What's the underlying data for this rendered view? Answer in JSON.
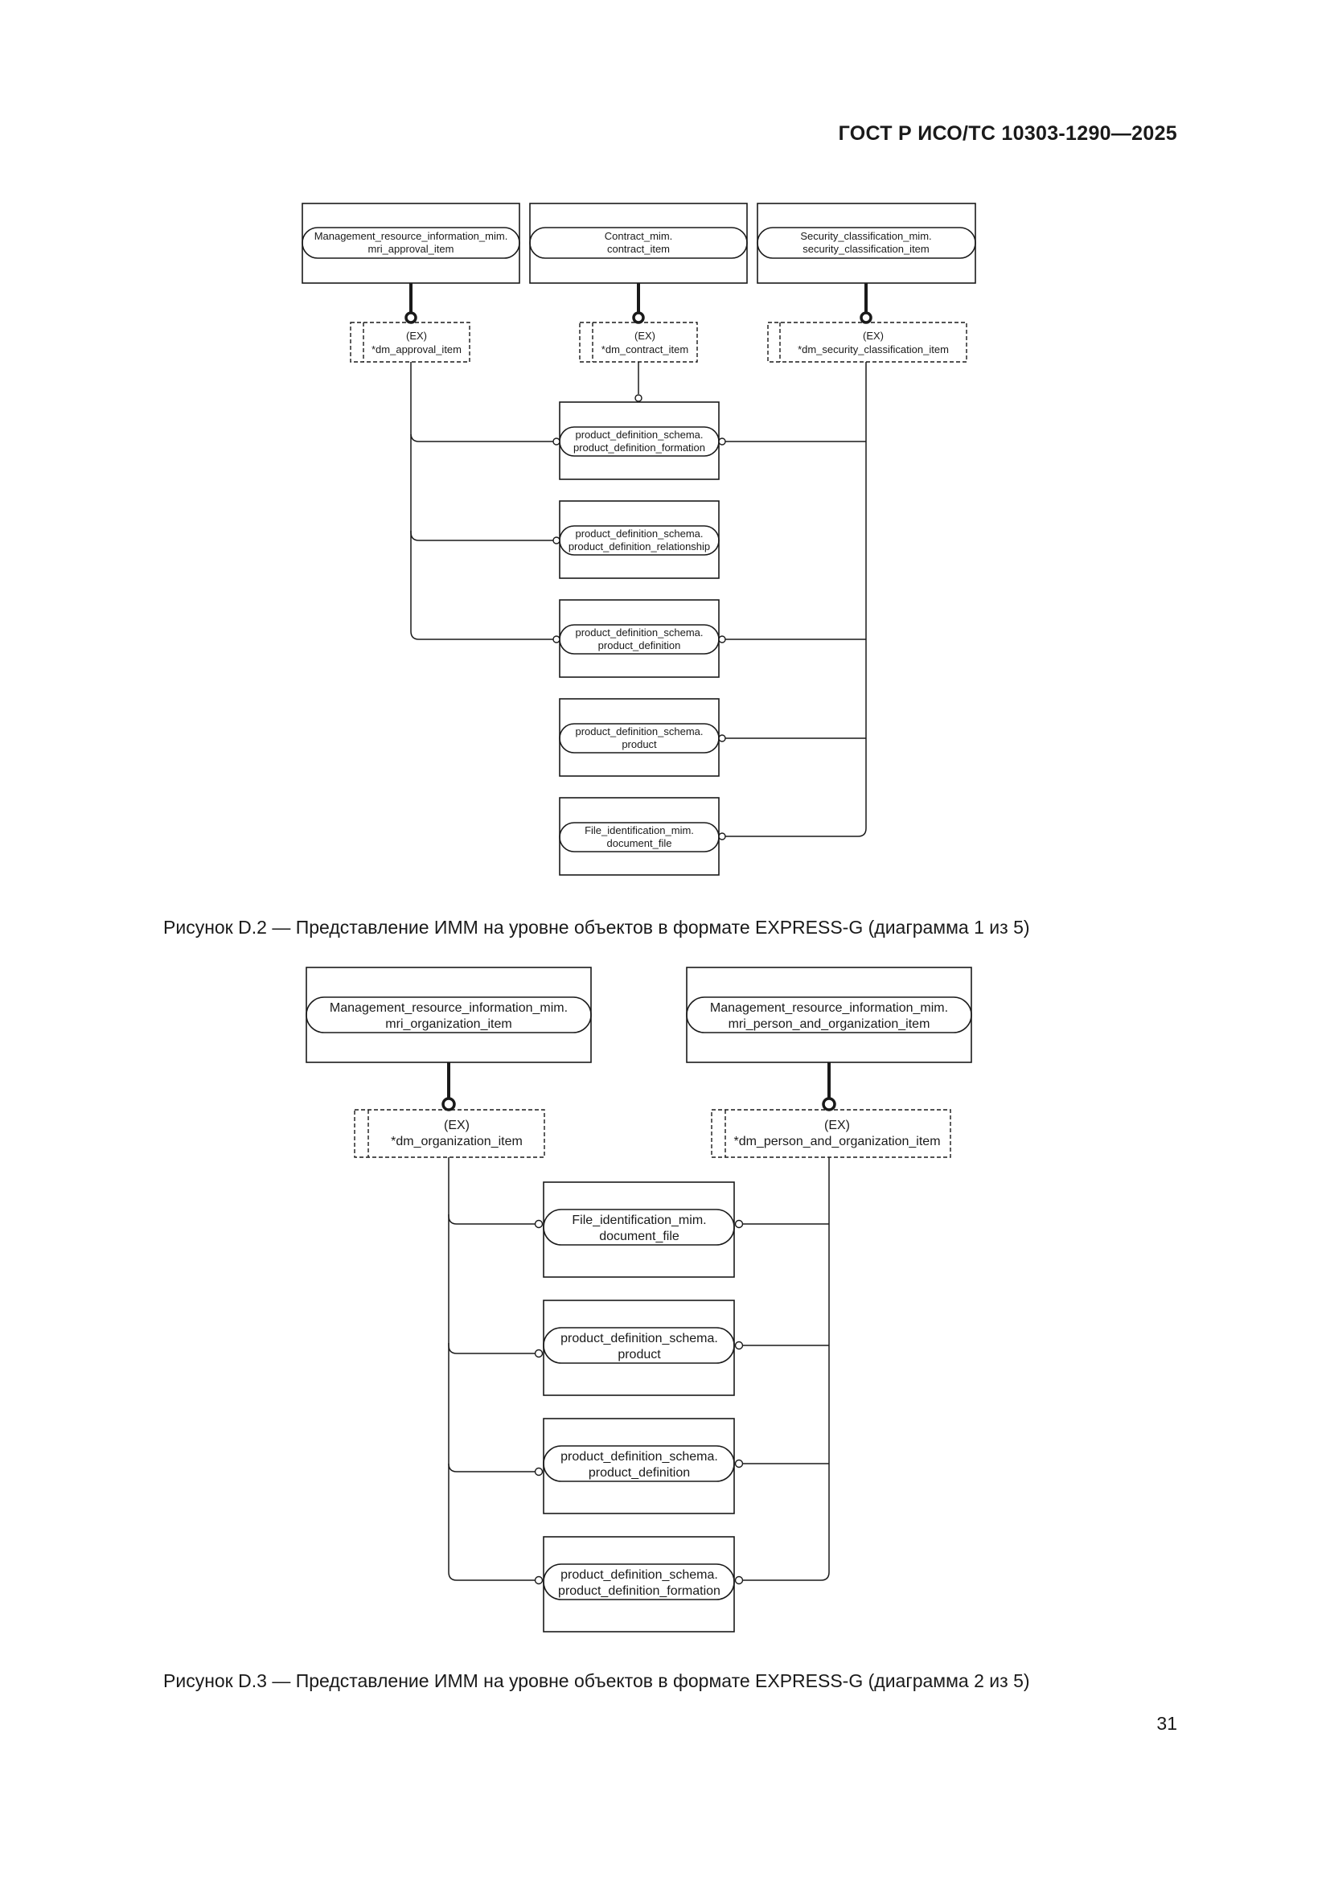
{
  "header": "ГОСТ Р ИСО/ТС 10303-1290—2025",
  "page_number": "31",
  "figure_d2": {
    "caption": "Рисунок D.2 — Представление ИММ на уровне объектов в формате EXPRESS-G (диаграмма 1 из 5)",
    "top_entities": [
      {
        "line1": "Management_resource_information_mim.",
        "line2": "mri_approval_item"
      },
      {
        "line1": "Contract_mim.",
        "line2": "contract_item"
      },
      {
        "line1": "Security_classification_mim.",
        "line2": "security_classification_item"
      }
    ],
    "select_types": [
      {
        "line1": "(EX)",
        "line2": "*dm_approval_item"
      },
      {
        "line1": "(EX)",
        "line2": "*dm_contract_item"
      },
      {
        "line1": "(EX)",
        "line2": "*dm_security_classification_item"
      }
    ],
    "entities": [
      {
        "line1": "product_definition_schema.",
        "line2": "product_definition_formation"
      },
      {
        "line1": "product_definition_schema.",
        "line2": "product_definition_relationship"
      },
      {
        "line1": "product_definition_schema.",
        "line2": "product_definition"
      },
      {
        "line1": "product_definition_schema.",
        "line2": "product"
      },
      {
        "line1": "File_identification_mim.",
        "line2": "document_file"
      }
    ]
  },
  "figure_d3": {
    "caption": "Рисунок D.3 — Представление ИММ на уровне объектов в формате EXPRESS-G (диаграмма 2 из 5)",
    "top_entities": [
      {
        "line1": "Management_resource_information_mim.",
        "line2": "mri_organization_item"
      },
      {
        "line1": "Management_resource_information_mim.",
        "line2": "mri_person_and_organization_item"
      }
    ],
    "select_types": [
      {
        "line1": "(EX)",
        "line2": "*dm_organization_item"
      },
      {
        "line1": "(EX)",
        "line2": "*dm_person_and_organization_item"
      }
    ],
    "entities": [
      {
        "line1": "File_identification_mim.",
        "line2": "document_file"
      },
      {
        "line1": "product_definition_schema.",
        "line2": "product"
      },
      {
        "line1": "product_definition_schema.",
        "line2": "product_definition"
      },
      {
        "line1": "product_definition_schema.",
        "line2": "product_definition_formation"
      }
    ]
  }
}
